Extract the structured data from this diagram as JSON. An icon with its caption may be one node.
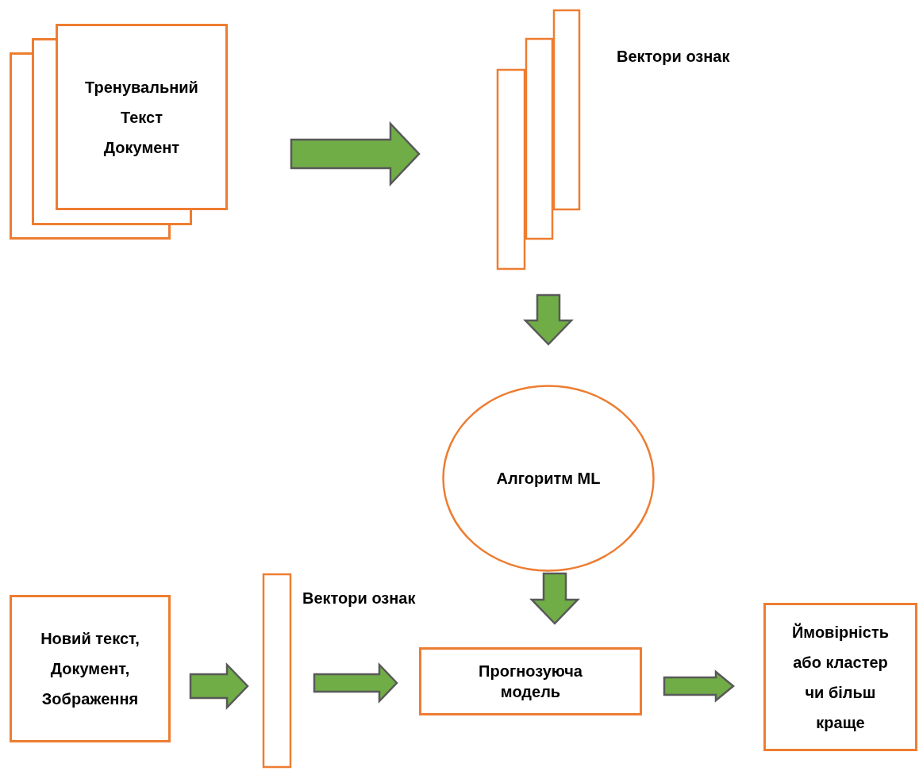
{
  "diagram": {
    "nodes": [
      {
        "text": [
          "Тренувальний Текст Документ"
        ]
      },
      {
        "text": [],
        "shape": "bar",
        "beside": [
          "Вектори ознак"
        ]
      },
      {
        "text": [
          "Алгоритм ML"
        ]
      },
      {
        "text": [
          "Новий текст, Документ, Зображення"
        ]
      },
      {
        "text": [],
        "shape": "bar",
        "beside": [
          "Вектори ознак"
        ]
      },
      {
        "text": [
          "Прогнозуюча модель"
        ]
      },
      {
        "text": [
          "Ймовірність або кластер чи більш краще"
        ]
      }
    ],
    "edges": [
      {
        "from": 0,
        "to": 1,
        "arrow": "to"
      },
      {
        "from": 1,
        "to": 2,
        "arrow": "to"
      },
      {
        "from": 2,
        "to": 5,
        "arrow": "to"
      },
      {
        "from": 3,
        "to": 4,
        "arrow": "to"
      },
      {
        "from": 4,
        "to": 5,
        "arrow": "to"
      },
      {
        "from": 5,
        "to": 6,
        "arrow": "to"
      }
    ]
  }
}
